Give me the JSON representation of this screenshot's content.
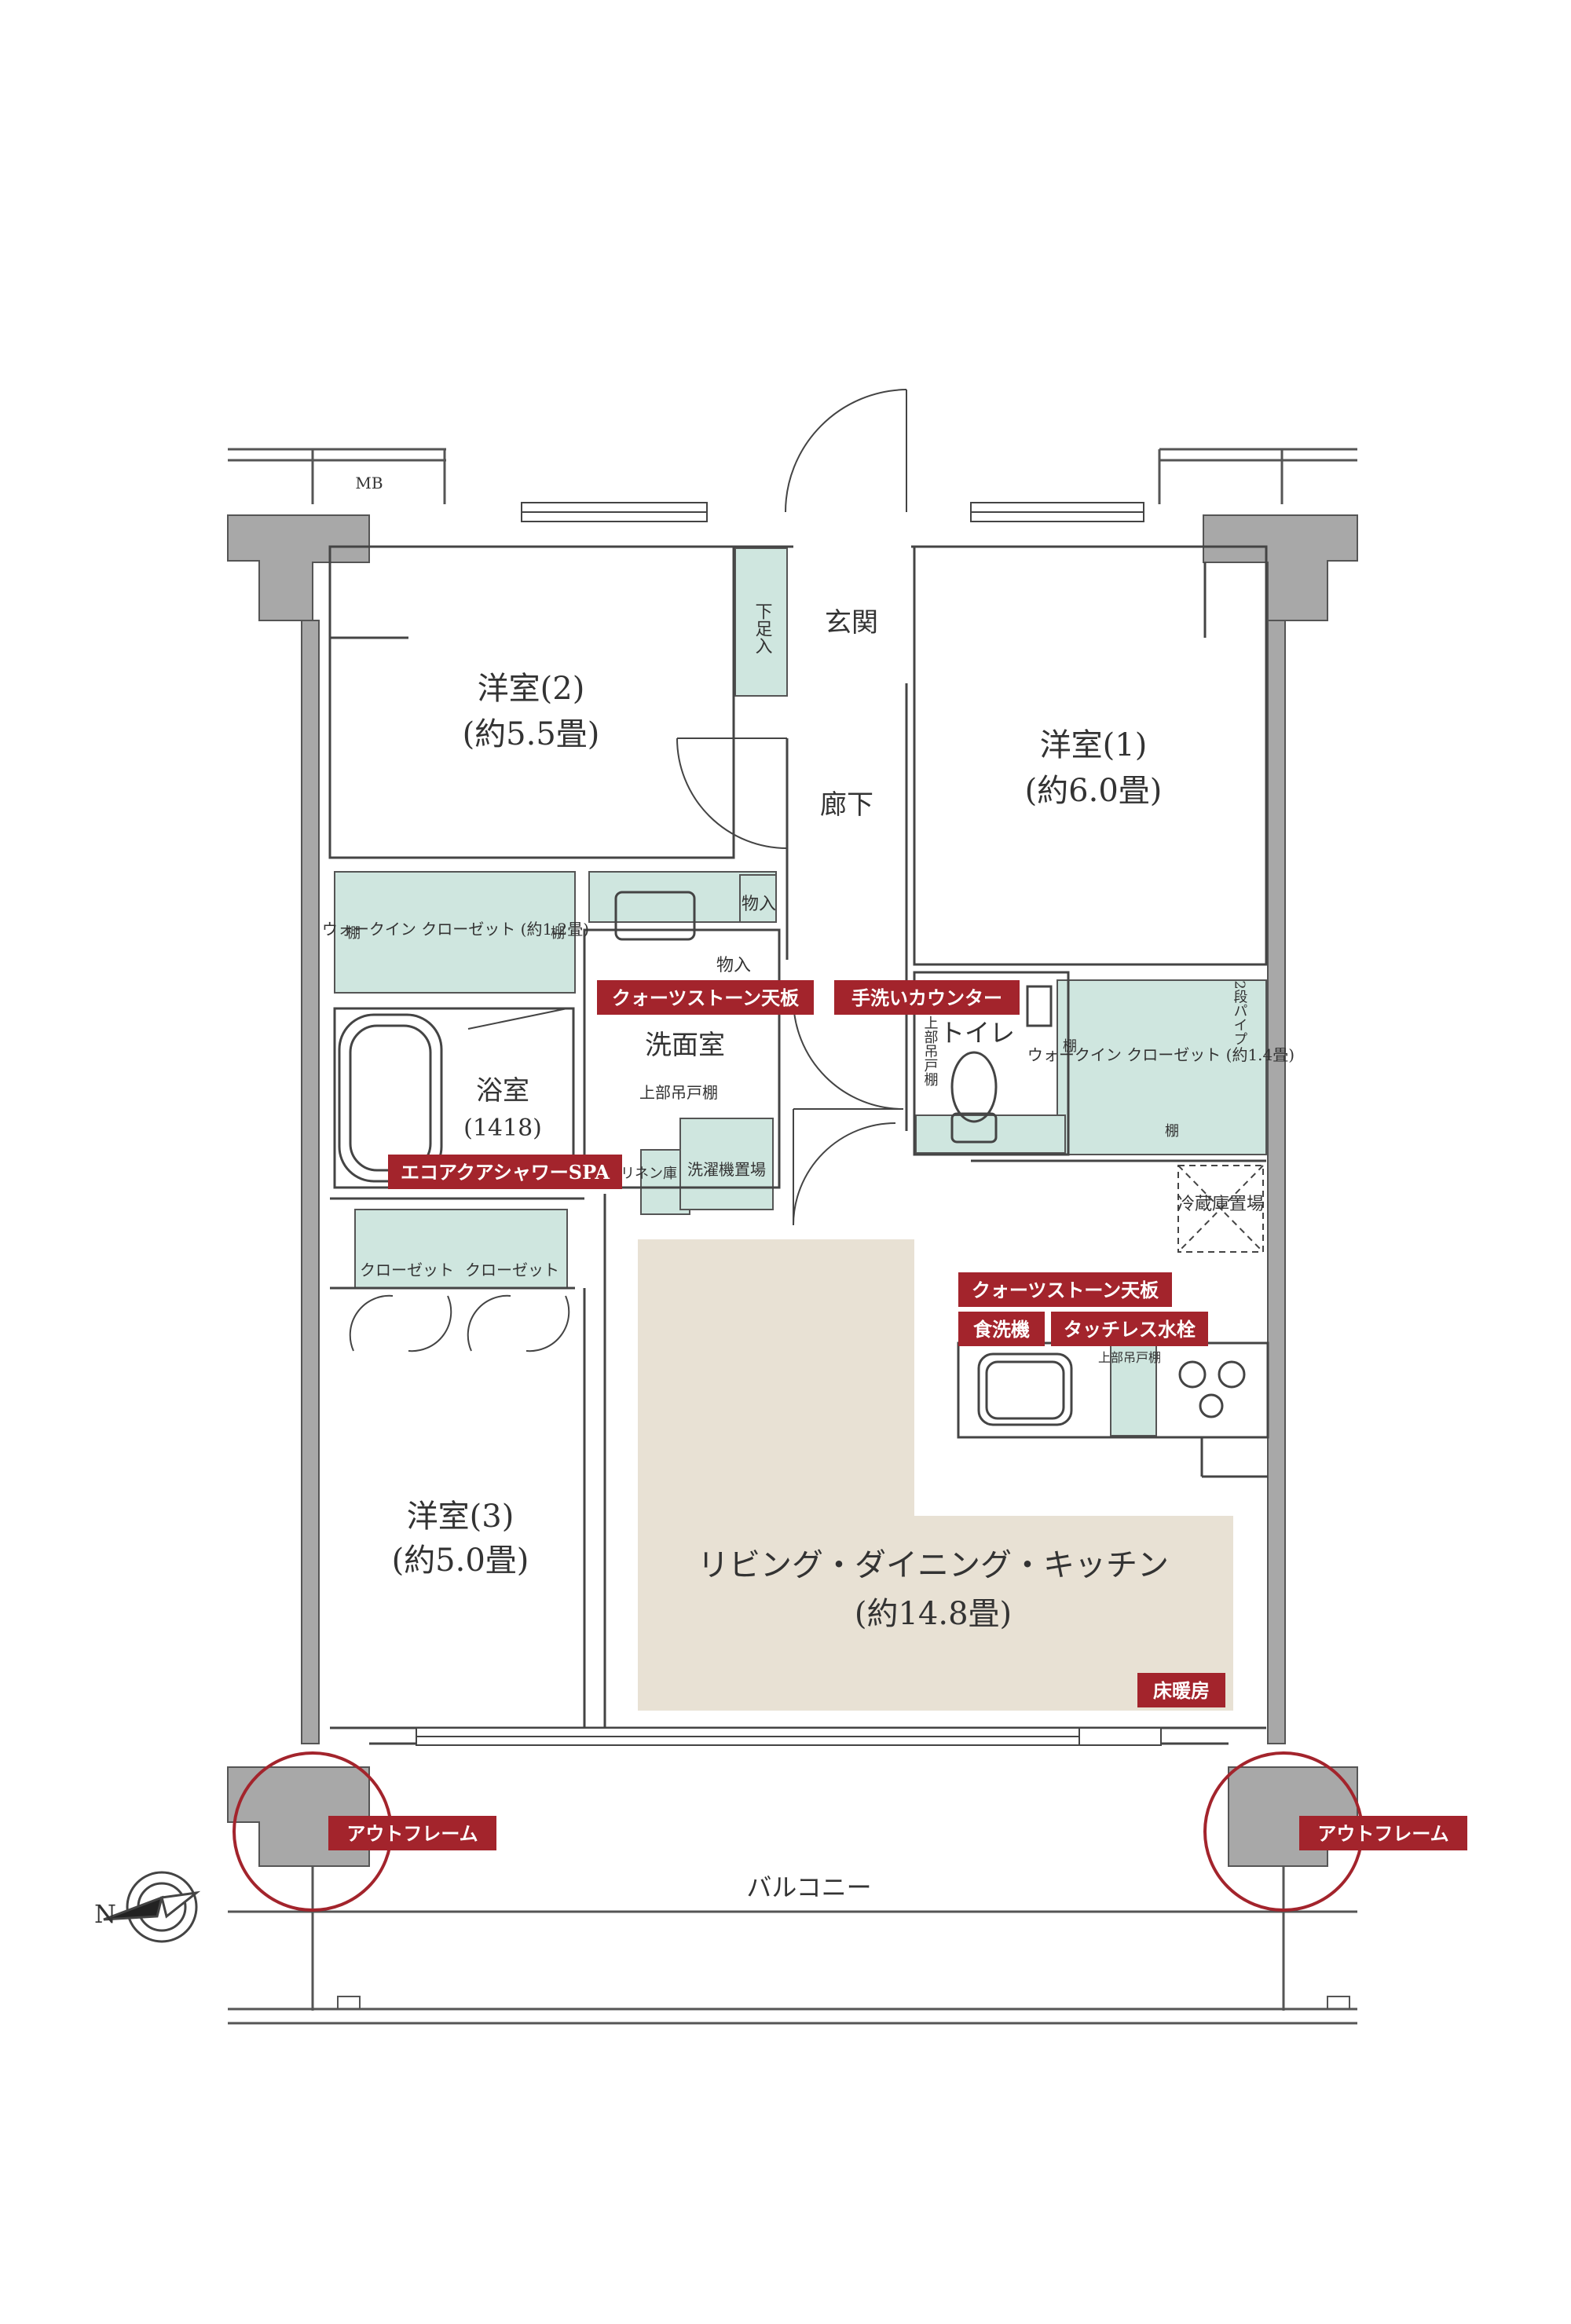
{
  "colors": {
    "wall": "#a8a8a8",
    "wall_stroke": "#555555",
    "storage": "#cfe6df",
    "ldk_floor": "#e8e1d4",
    "tag_red": "#a3242c",
    "line": "#444444"
  },
  "labels": {
    "mb": "MB",
    "entrance": "玄関",
    "shoe_box": "下足入",
    "corridor": "廊下",
    "room1_name": "洋室(1)",
    "room1_size": "(約6.0畳)",
    "room2_name": "洋室(2)",
    "room2_size": "(約5.5畳)",
    "room3_name": "洋室(3)",
    "room3_size": "(約5.0畳)",
    "wic_small": "ウォークイン クローゼット (約1.2畳)",
    "wic_large": "ウォークイン クローゼット (約1.4畳)",
    "shelf": "棚",
    "storage_a": "物入",
    "storage_b": "物入",
    "powder": "洗面室",
    "bath_name": "浴室",
    "bath_size": "(1418)",
    "upper_cabinet": "上部吊戸棚",
    "upper_cabinet_2": "上部吊戸棚",
    "upper_cabinet_3": "上部吊戸棚",
    "linen": "リネン庫",
    "washer": "洗濯機置場",
    "fridge": "冷蔵庫置場",
    "toilet": "トイレ",
    "pipe": "2段パイプ",
    "closet_a": "クローゼット",
    "closet_b": "クローゼット",
    "ldk_name": "リビング・ダイニング・キッチン",
    "ldk_size": "(約14.8畳)",
    "balcony": "バルコニー",
    "north": "N"
  },
  "tags": {
    "quartz_bath": "クォーツストーン天板",
    "hand_wash": "手洗いカウンター",
    "eco_shower": "エコアクアシャワーSPA",
    "quartz_kitchen": "クォーツストーン天板",
    "dishwasher": "食洗機",
    "touchless": "タッチレス水栓",
    "floor_heating": "床暖房",
    "outframe_left": "アウトフレーム",
    "outframe_right": "アウトフレーム"
  }
}
